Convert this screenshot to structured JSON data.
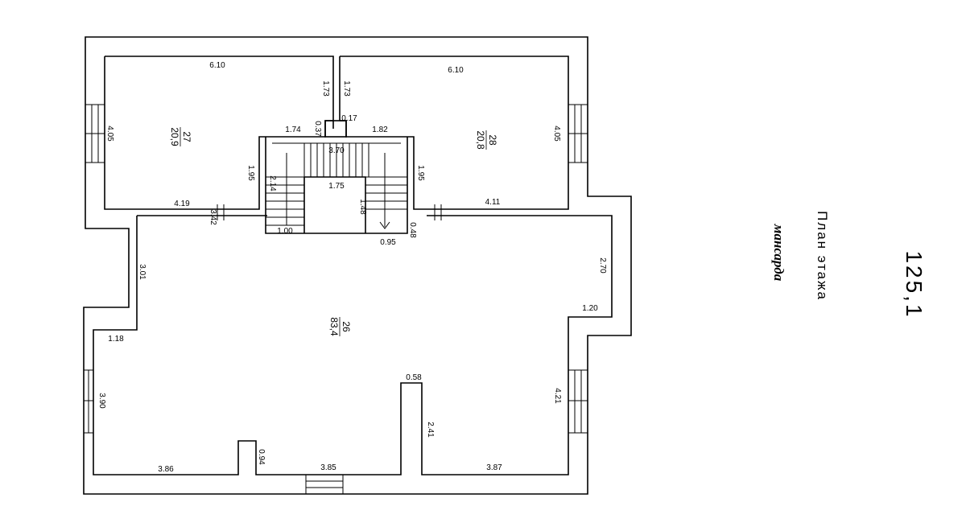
{
  "plan": {
    "title": "План этажа",
    "subtitle": "мансарда",
    "total_area": "125,1"
  },
  "rooms": {
    "left": {
      "number": "27",
      "area": "20,9"
    },
    "right": {
      "number": "28",
      "area": "20,8"
    },
    "main": {
      "number": "26",
      "area": "83,4"
    }
  },
  "dims": {
    "top_left_width": "6.10",
    "top_right_width": "6.10",
    "corr_left": "1.73",
    "corr_right": "1.73",
    "left_height": "4.05",
    "right_height": "4.05",
    "chimney_w": "0.17",
    "chimney_h": "0.37",
    "stair_left": "1.74",
    "stair_right": "1.82",
    "stair_top": "3.70",
    "stair_left_h": "1.95",
    "stair_right_h": "1.95",
    "stair_flight_h": "2.14",
    "stair_inner_w": "1.75",
    "stair_inner_h": "1.48",
    "stair_bottom": "1.00",
    "stair_gap_w": "0.95",
    "stair_gap_h": "0.48",
    "left_bottom": "4.19",
    "right_bottom": "4.11",
    "door_left": "3.42",
    "main_left_upper": "3.01",
    "main_left_step": "1.18",
    "main_left_lower": "3.90",
    "main_right_upper": "2.70",
    "main_right_step": "1.20",
    "main_right_lower": "4.21",
    "bottom_left": "3.86",
    "bottom_mid": "3.85",
    "bottom_right": "3.87",
    "niche_h": "0.94",
    "pillar_w": "0.58",
    "pillar_h": "2.41"
  }
}
